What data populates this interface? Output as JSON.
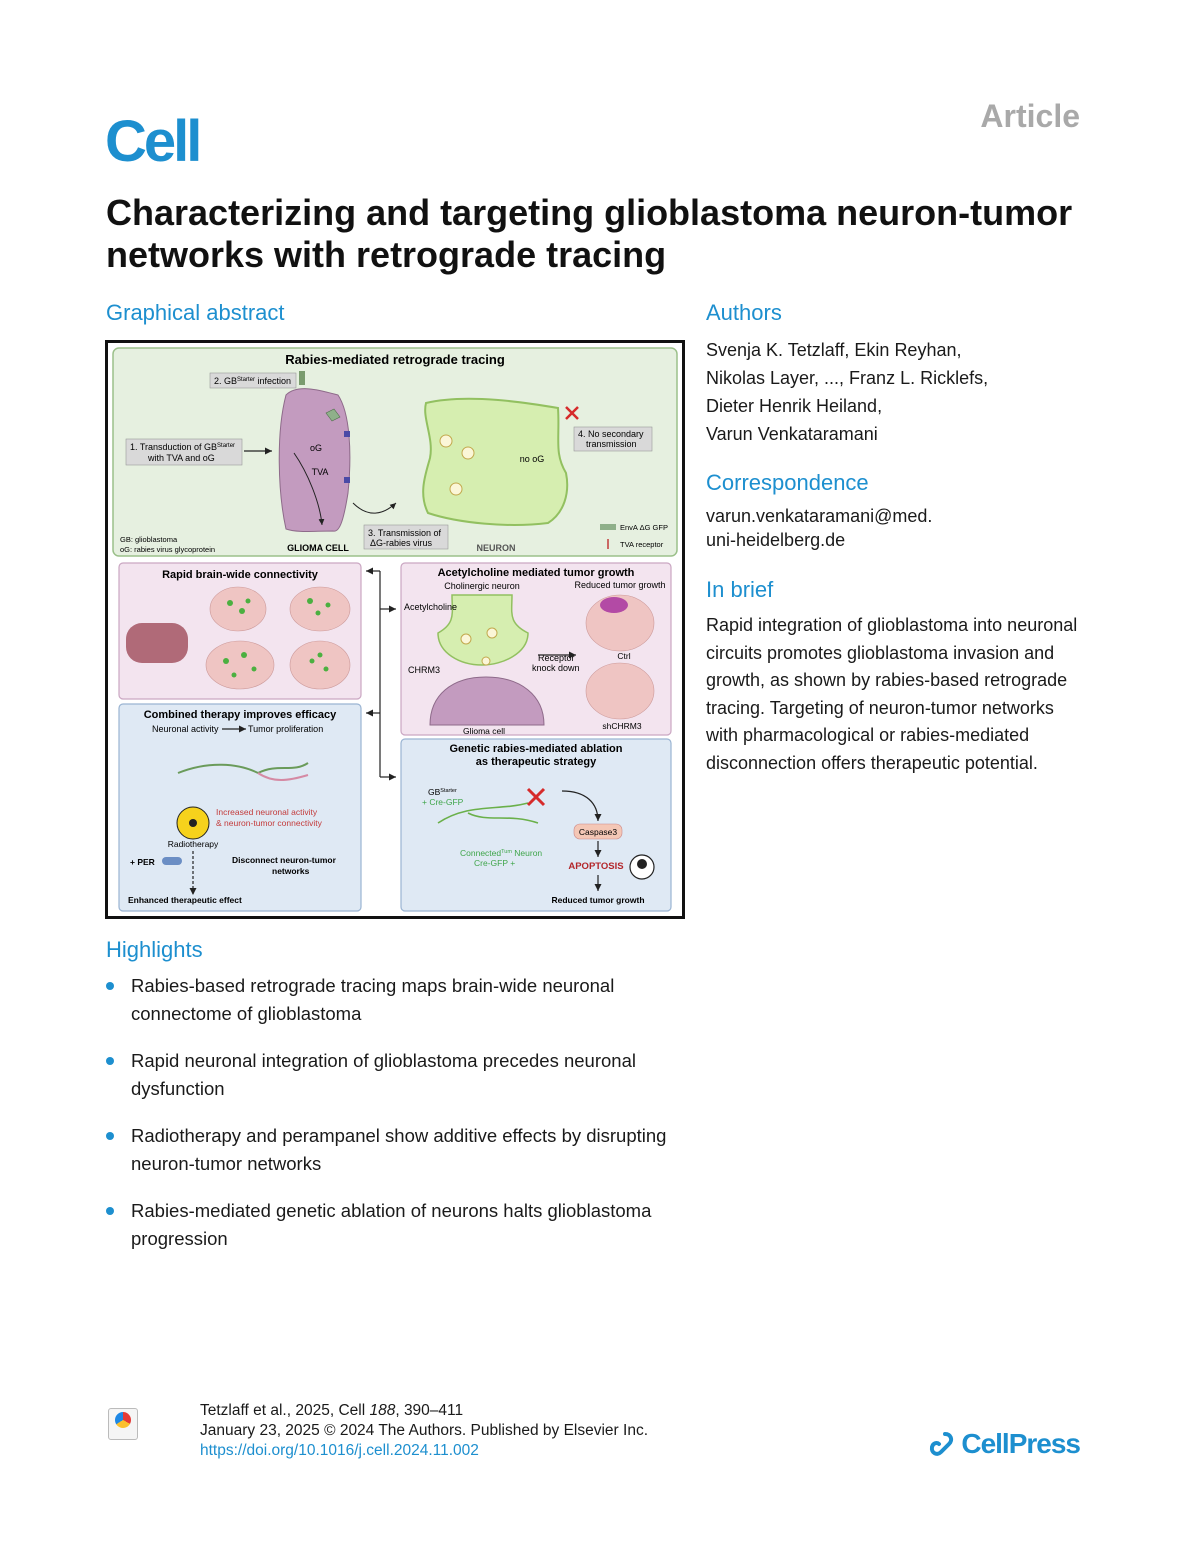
{
  "header": {
    "journal": "Cell",
    "article_type": "Article"
  },
  "title": "Characterizing and targeting glioblastoma neuron-tumor networks with retrograde tracing",
  "graphical_abstract": {
    "heading": "Graphical abstract",
    "panel1": {
      "title": "Rabies-mediated retrograde tracing",
      "step2": "2. GB",
      "step2_sup": "Starter",
      "step2_tail": " infection",
      "step1_line1": "1. Transduction of GB",
      "step1_sup": "Starter",
      "step1_line2": "with TVA and oG",
      "og": "oG",
      "tva": "TVA",
      "no_og": "no oG",
      "step4_line1": "4. No secondary",
      "step4_line2": "transmission",
      "step3_line1": "3. Transmission of",
      "step3_line2": "ΔG-rabies virus",
      "legend_gb": "GB: glioblastoma",
      "legend_og": "oG: rabies virus glycoprotein",
      "glioma_cell": "GLIOMA CELL",
      "neuron": "NEURON",
      "envA": "EnvA ΔG GFP",
      "tva_receptor": "TVA receptor"
    },
    "panel2": {
      "title": "Rapid brain-wide connectivity"
    },
    "panel3": {
      "title": "Acetylcholine mediated tumor growth",
      "cholinergic": "Cholinergic neuron",
      "reduced": "Reduced tumor growth",
      "acetylcholine": "Acetylcholine",
      "receptor_kd_1": "Receptor",
      "receptor_kd_2": "knock down",
      "ctrl": "Ctrl",
      "chrm3": "CHRM3",
      "glioma": "Glioma cell",
      "shchrm3": "shCHRM3"
    },
    "panel4": {
      "title": "Combined therapy improves efficacy",
      "neuronal_activity": "Neuronal activity",
      "tumor_prolif": "Tumor proliferation",
      "increased_1": "Increased neuronal activity",
      "increased_2": "& neuron-tumor connectivity",
      "radiotherapy": "Radiotherapy",
      "per": "+ PER",
      "disconnect_1": "Disconnect neuron-tumor",
      "disconnect_2": "networks",
      "enhanced": "Enhanced therapeutic effect"
    },
    "panel5": {
      "title_1": "Genetic rabies-mediated ablation",
      "title_2": "as therapeutic strategy",
      "gb": "GB",
      "gb_sup": "Starter",
      "cre_gfp": "+ Cre-GFP",
      "caspase": "Caspase3",
      "connected": "Connected",
      "connected_sup": "Tum",
      "connected_tail": " Neuron",
      "cre_gfp_plus": "Cre-GFP +",
      "apoptosis": "APOPTOSIS",
      "reduced": "Reduced tumor growth"
    }
  },
  "authors": {
    "heading": "Authors",
    "lines": [
      "Svenja K. Tetzlaff, Ekin Reyhan,",
      "Nikolas Layer, ..., Franz L. Ricklefs,",
      "Dieter Henrik Heiland,",
      "Varun Venkataramani"
    ]
  },
  "correspondence": {
    "heading": "Correspondence",
    "lines": [
      "varun.venkataramani@med.",
      "uni-heidelberg.de"
    ]
  },
  "in_brief": {
    "heading": "In brief",
    "text": "Rapid integration of glioblastoma into neuronal circuits promotes glioblastoma invasion and growth, as shown by rabies-based retrograde tracing. Targeting of neuron-tumor networks with pharmacological or rabies-mediated disconnection offers therapeutic potential."
  },
  "highlights": {
    "heading": "Highlights",
    "items": [
      "Rabies-based retrograde tracing maps brain-wide neuronal connectome of glioblastoma",
      "Rapid neuronal integration of glioblastoma precedes neuronal dysfunction",
      "Radiotherapy and perampanel show additive effects by disrupting neuron-tumor networks",
      "Rabies-mediated genetic ablation of neurons halts glioblastoma progression"
    ]
  },
  "footer": {
    "citation_prefix": "Tetzlaff et al., 2025, Cell ",
    "citation_volume": "188",
    "citation_pages": ", 390–411",
    "date_line": "January 23, 2025 © 2024 The Authors. Published by Elsevier Inc.",
    "doi": "https://doi.org/10.1016/j.cell.2024.11.002",
    "publisher": "CellPress"
  },
  "colors": {
    "accent": "#1d8fcf",
    "panel_green": "#e6f0e0",
    "panel_pink": "#f3e4ef",
    "panel_blue": "#dfe9f4",
    "glioma_purple": "#c39bbf",
    "neuron_green": "#d6eeb0"
  }
}
